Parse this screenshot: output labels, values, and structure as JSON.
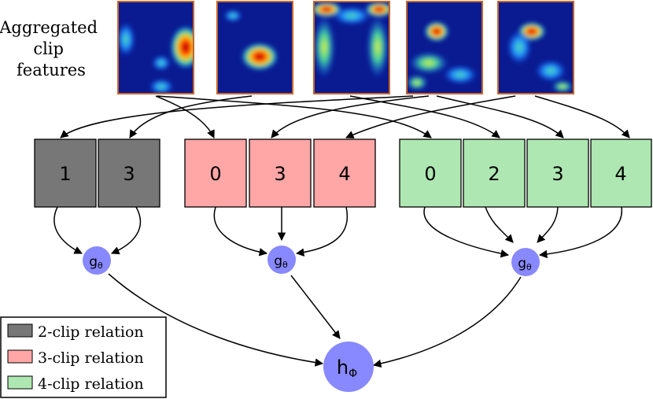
{
  "features_label": [
    "Aggregated",
    "clip",
    "features"
  ],
  "colors": {
    "two_clip": "#777777",
    "three_clip": "#ffa6a6",
    "four_clip": "#aee7b2",
    "node": "#8888ff",
    "heatmap_border": "#c86428",
    "heatmap_base": "#0a1a90"
  },
  "groups": [
    {
      "relation": "2-clip",
      "clips": [
        "1",
        "3"
      ]
    },
    {
      "relation": "3-clip",
      "clips": [
        "0",
        "3",
        "4"
      ]
    },
    {
      "relation": "4-clip",
      "clips": [
        "0",
        "2",
        "3",
        "4"
      ]
    }
  ],
  "nodes": {
    "g": {
      "base": "g",
      "sub": "θ"
    },
    "h": {
      "base": "h",
      "sub": "Φ"
    }
  },
  "legend": [
    {
      "key": "two_clip",
      "label": "2-clip relation"
    },
    {
      "key": "three_clip",
      "label": "3-clip relation"
    },
    {
      "key": "four_clip",
      "label": "4-clip relation"
    }
  ]
}
